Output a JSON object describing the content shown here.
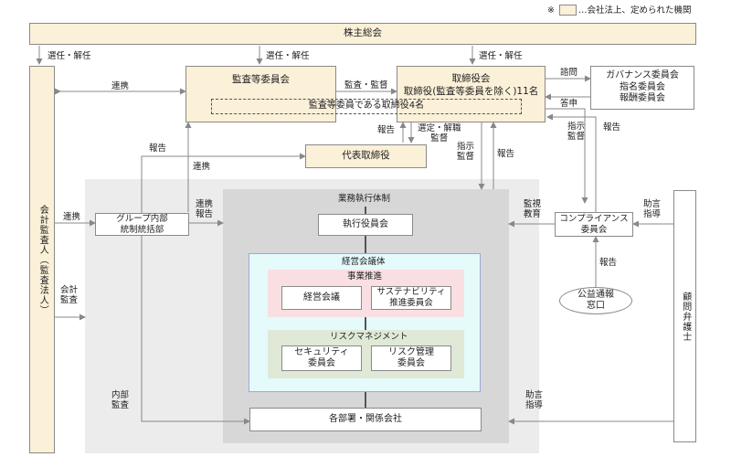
{
  "legend": {
    "mark": "※",
    "text": "…会社法上、定められた機関"
  },
  "shareholders_meeting": "株主総会",
  "labels": {
    "elect_dismiss": "選任・解任",
    "cooperation": "連携",
    "audit_supervise": "監査・監督",
    "consult": "諮問",
    "report": "報告",
    "answer": "答申",
    "elect_dismiss_supervise": [
      "選定・解職",
      "監督"
    ],
    "instruct_supervise": [
      "指示",
      "監督"
    ],
    "cooperation_report": [
      "連携",
      "報告"
    ],
    "accounting_audit": [
      "会計",
      "監査"
    ],
    "monitor_educate": [
      "監視",
      "教育"
    ],
    "advice_guidance": [
      "助言",
      "指導"
    ],
    "internal_audit": [
      "内部",
      "監査"
    ]
  },
  "audit_committee": "監査等委員会",
  "board": {
    "title": "取締役会",
    "subtitle": "取締役(監査等委員を除く)11名",
    "inner": "監査等委員である取締役4名"
  },
  "governance_committees": [
    "ガバナンス委員会",
    "指名委員会",
    "報酬委員会"
  ],
  "representative_director": "代表取締役",
  "accounting_auditor": "会計監査人（監査法人）",
  "group_internal_control": [
    "グループ内部",
    "統制統括部"
  ],
  "execution_system": "業務執行体制",
  "executive_officers": "執行役員会",
  "management_meeting_body": "経営会議体",
  "business_promotion": {
    "title": "事業推進",
    "items": [
      [
        "経営会議"
      ],
      [
        "サステナビリティ",
        "推進委員会"
      ]
    ]
  },
  "risk_management": {
    "title": "リスクマネジメント",
    "items": [
      [
        "セキュリティ",
        "委員会"
      ],
      [
        "リスク管理",
        "委員会"
      ]
    ]
  },
  "departments": "各部署・関係会社",
  "compliance_committee": [
    "コンプライアンス",
    "委員会"
  ],
  "whistleblower": [
    "公益通報",
    "窓口"
  ],
  "legal_advisor": "顧問弁護士",
  "colors": {
    "beige": "#fbf0d8",
    "gray_outer": "#ececec",
    "gray_inner": "#d7d7d7",
    "cyan": "#e4fafb",
    "pink": "#f9dfe2",
    "green": "#dfe9d6",
    "line": "#888888"
  }
}
